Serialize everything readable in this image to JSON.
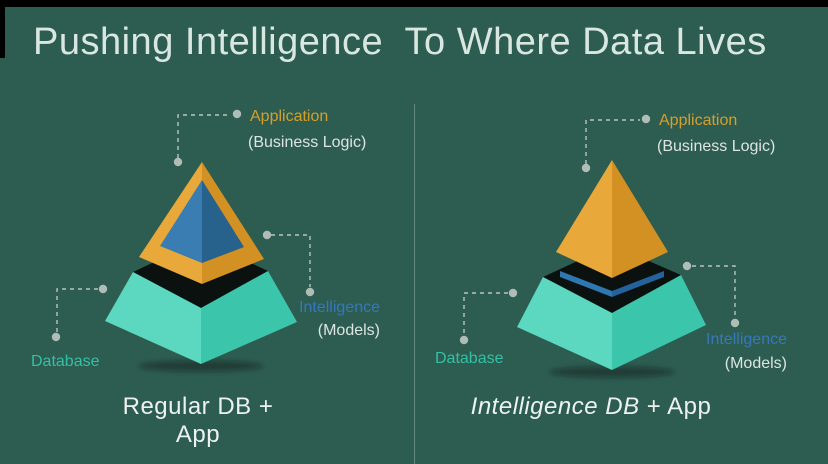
{
  "title": "Pushing Intelligence  To Where Data Lives",
  "colors": {
    "background": "#2D5C50",
    "title_text": "#D9E7E1",
    "orange_light": "#E8A93A",
    "orange_dark": "#D29122",
    "blue_light": "#3A7DB2",
    "blue_dark": "#27628C",
    "teal_light": "#5BD8BF",
    "teal_dark": "#3BC5AA",
    "layer_black": "#0B110E",
    "stripe_blue_light": "#2F77B0",
    "stripe_blue_dark": "#25619A",
    "label_orange": "#D2A02F",
    "label_blue": "#3778BA",
    "label_teal": "#35C0A5",
    "label_gray": "#DCE5E1",
    "caption_text": "#ECF2EF",
    "connector": "#B9C3BD",
    "dot": "#B0BCB6"
  },
  "left": {
    "labels": {
      "application": "Application",
      "application_sub": "(Business Logic)",
      "intelligence": "Intelligence",
      "intelligence_sub": "(Models)",
      "database": "Database"
    },
    "caption": "Regular DB + App",
    "structure": [
      "Application pyramid (orange) with Intelligence models (blue) embedded inside the app layer",
      "Database base (teal), separate from intelligence"
    ]
  },
  "right": {
    "labels": {
      "application": "Application",
      "application_sub": "(Business Logic)",
      "intelligence": "Intelligence",
      "intelligence_sub": "(Models)",
      "database": "Database"
    },
    "caption_italic": "Intelligence DB",
    "caption_regular": " + App",
    "structure": [
      "Application pyramid (orange) holding business logic only",
      "Database base (teal) with Intelligence models layer (blue stripe) pushed inside the database"
    ]
  }
}
